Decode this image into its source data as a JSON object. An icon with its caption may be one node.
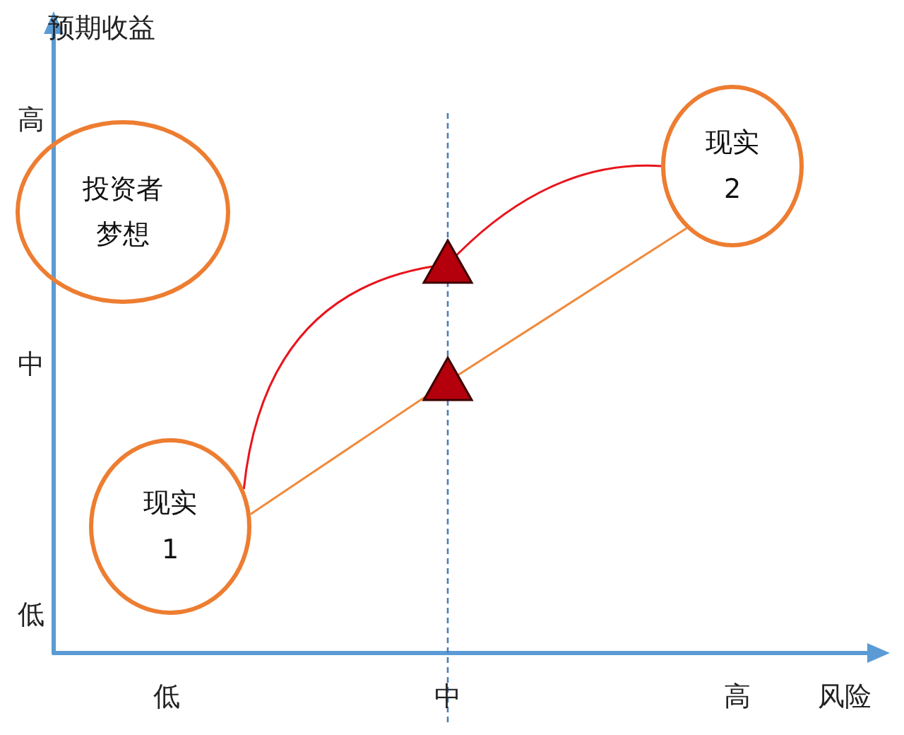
{
  "diagram": {
    "nodes": [
      {
        "text": [
          "投资者梦想"
        ]
      },
      {
        "text": [
          "现实",
          "1"
        ]
      },
      {
        "text": [
          "现实",
          "2"
        ]
      }
    ],
    "edges": [
      {
        "from": 1,
        "to": 2,
        "arrow": "none",
        "color": "#e8141c"
      },
      {
        "from": 1,
        "to": 2,
        "arrow": "none",
        "color": "#f08a3c"
      }
    ],
    "labels": [
      "预期收益",
      "高",
      "中",
      "低",
      "低",
      "中",
      "高",
      "风险"
    ]
  }
}
